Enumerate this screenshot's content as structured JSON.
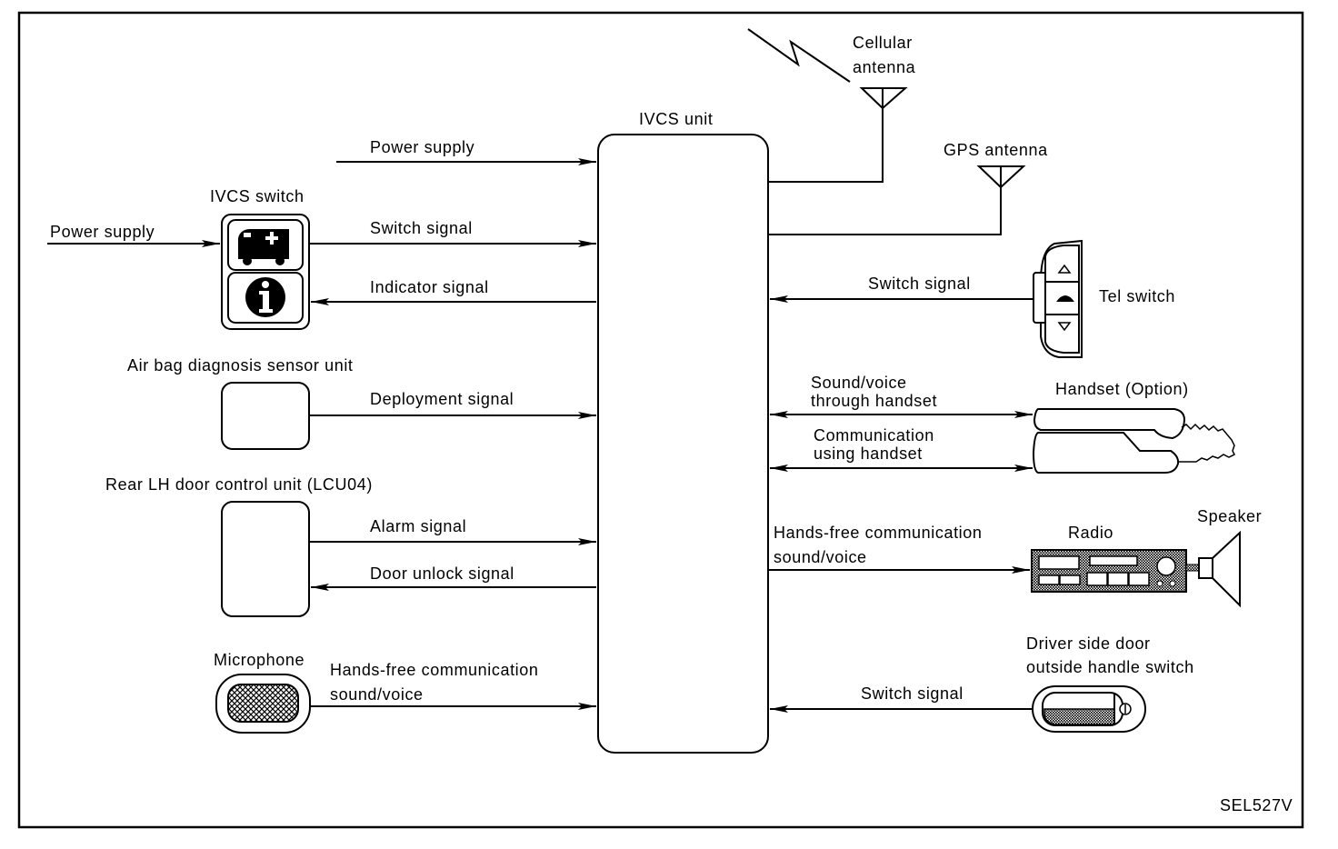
{
  "diagram": {
    "code": "SEL527V",
    "central_unit": "IVCS unit",
    "antennas": {
      "cellular": [
        "Cellular",
        "antenna"
      ],
      "gps": "GPS antenna"
    },
    "left_components": {
      "power_supply_top": "Power supply",
      "ivcs_switch": "IVCS switch",
      "power_supply_switch": "Power supply",
      "switch_signal": "Switch signal",
      "indicator_signal": "Indicator signal",
      "airbag_unit": "Air bag diagnosis sensor unit",
      "deployment_signal": "Deployment signal",
      "rear_door_unit": "Rear LH door control unit (LCU04)",
      "alarm_signal": "Alarm signal",
      "door_unlock_signal": "Door unlock signal",
      "microphone": "Microphone",
      "mic_signal": [
        "Hands-free communication",
        "sound/voice"
      ]
    },
    "right_components": {
      "tel_switch": "Tel switch",
      "tel_switch_signal": "Switch signal",
      "handset": "Handset (Option)",
      "handset_sound": [
        "Sound/voice",
        "through handset"
      ],
      "handset_comm": [
        "Communication",
        "using handset"
      ],
      "radio": "Radio",
      "speaker": "Speaker",
      "radio_signal": [
        "Hands-free communication",
        "sound/voice"
      ],
      "door_handle_switch": [
        "Driver side door",
        "outside handle switch"
      ],
      "door_handle_signal": "Switch signal"
    },
    "icons": {
      "ivcs_switch_top": "ambulance-icon",
      "ivcs_switch_bottom": "info-icon"
    }
  }
}
